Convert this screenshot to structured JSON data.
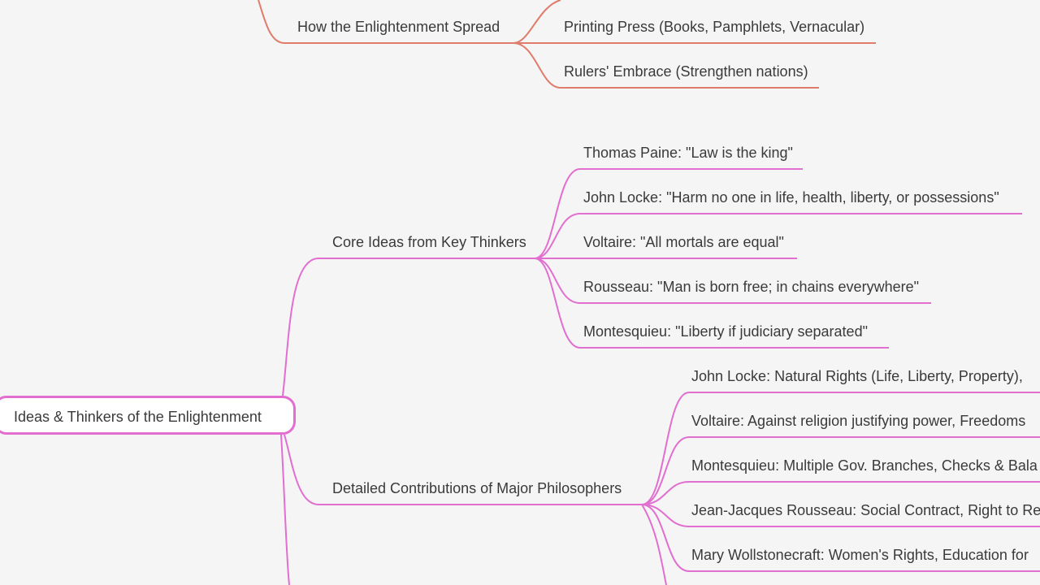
{
  "colors": {
    "background": "#f5f5f5",
    "branch_pink": "#e26ed0",
    "branch_salmon": "#e07c6c",
    "text": "#3a3a3a"
  },
  "mindmap": {
    "root": {
      "label": "Ideas & Thinkers of the Enlightenment"
    },
    "spread": {
      "label": "How the Enlightenment Spread",
      "children": [
        {
          "label": "Printing Press (Books, Pamphlets, Vernacular)"
        },
        {
          "label": "Rulers' Embrace (Strengthen nations)"
        }
      ]
    },
    "core": {
      "label": "Core Ideas from Key Thinkers",
      "children": [
        {
          "label": "Thomas Paine: \"Law is the king\""
        },
        {
          "label": "John Locke: \"Harm no one in life, health, liberty, or possessions\""
        },
        {
          "label": "Voltaire: \"All mortals are equal\""
        },
        {
          "label": "Rousseau: \"Man is born free; in chains everywhere\""
        },
        {
          "label": "Montesquieu: \"Liberty if judiciary separated\""
        }
      ]
    },
    "detailed": {
      "label": "Detailed Contributions of Major Philosophers",
      "children": [
        {
          "label": "John Locke: Natural Rights (Life, Liberty, Property),"
        },
        {
          "label": "Voltaire: Against religion justifying power, Freedoms"
        },
        {
          "label": "Montesquieu: Multiple Gov. Branches, Checks & Bala"
        },
        {
          "label": "Jean-Jacques Rousseau: Social Contract, Right to Re"
        },
        {
          "label": "Mary Wollstonecraft: Women's Rights, Education for"
        }
      ]
    }
  }
}
